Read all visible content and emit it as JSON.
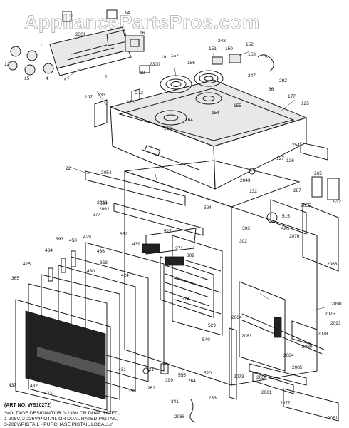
{
  "watermark": "AppliancePartsPros.com",
  "art_no": "(ART NO. WB10272)",
  "footnote": [
    "*VOLTAGE DESIGNATOR 0-236V OR DUAL RATED,",
    "1-208V, 2-236V/PIGTAIL OR DUAL RATED PIGTAIL,",
    "3-208V/PIGTAIL - PURCHASE PIGTAIL LOCALLY."
  ],
  "part_labels": [
    {
      "id": "p1",
      "text": "1"
    },
    {
      "id": "p2",
      "text": "2"
    },
    {
      "id": "p4",
      "text": "4"
    },
    {
      "id": "p10",
      "text": "10"
    },
    {
      "id": "p12",
      "text": "12"
    },
    {
      "id": "p14",
      "text": "14"
    },
    {
      "id": "p15",
      "text": "15"
    },
    {
      "id": "p16",
      "text": "16"
    },
    {
      "id": "p17",
      "text": "17"
    },
    {
      "id": "p18",
      "text": "18"
    },
    {
      "id": "p22",
      "text": "22"
    },
    {
      "id": "p51",
      "text": "51"
    },
    {
      "id": "p66",
      "text": "66"
    },
    {
      "id": "p107",
      "text": "107"
    },
    {
      "id": "p123",
      "text": "123"
    },
    {
      "id": "p125",
      "text": "125"
    },
    {
      "id": "p126",
      "text": "126"
    },
    {
      "id": "p127",
      "text": "127"
    },
    {
      "id": "p132",
      "text": "132"
    },
    {
      "id": "p133",
      "text": "133"
    },
    {
      "id": "p150",
      "text": "150"
    },
    {
      "id": "p151",
      "text": "151"
    },
    {
      "id": "p152",
      "text": "152"
    },
    {
      "id": "p153",
      "text": "153"
    },
    {
      "id": "p154",
      "text": "154"
    },
    {
      "id": "p155",
      "text": "155"
    },
    {
      "id": "p156",
      "text": "156"
    },
    {
      "id": "p157",
      "text": "157"
    },
    {
      "id": "p158",
      "text": "158"
    },
    {
      "id": "p164",
      "text": "164"
    },
    {
      "id": "p177",
      "text": "177"
    },
    {
      "id": "p248",
      "text": "248"
    },
    {
      "id": "p254",
      "text": "254"
    },
    {
      "id": "p262",
      "text": "262"
    },
    {
      "id": "p263",
      "text": "263"
    },
    {
      "id": "p264",
      "text": "264"
    },
    {
      "id": "p265",
      "text": "265"
    },
    {
      "id": "p271",
      "text": "271"
    },
    {
      "id": "p273",
      "text": "273"
    },
    {
      "id": "p277",
      "text": "277"
    },
    {
      "id": "p287",
      "text": "287"
    },
    {
      "id": "p292",
      "text": "292"
    },
    {
      "id": "p302",
      "text": "302"
    },
    {
      "id": "p303",
      "text": "303"
    },
    {
      "id": "p341",
      "text": "341"
    },
    {
      "id": "p347",
      "text": "347"
    },
    {
      "id": "p357",
      "text": "357"
    },
    {
      "id": "p358",
      "text": "358"
    },
    {
      "id": "p363",
      "text": "363"
    },
    {
      "id": "p365",
      "text": "365"
    },
    {
      "id": "p393",
      "text": "393"
    },
    {
      "id": "p399",
      "text": "399"
    },
    {
      "id": "p421",
      "text": "421"
    },
    {
      "id": "p424",
      "text": "424"
    },
    {
      "id": "p425",
      "text": "425"
    },
    {
      "id": "p429",
      "text": "429"
    },
    {
      "id": "p430",
      "text": "430"
    },
    {
      "id": "p431",
      "text": "431"
    },
    {
      "id": "p432",
      "text": "432"
    },
    {
      "id": "p433",
      "text": "433"
    },
    {
      "id": "p434",
      "text": "434"
    },
    {
      "id": "p436",
      "text": "436"
    },
    {
      "id": "p437",
      "text": "437"
    },
    {
      "id": "p439",
      "text": "439"
    },
    {
      "id": "p450",
      "text": "450"
    },
    {
      "id": "p515",
      "text": "515"
    },
    {
      "id": "p520",
      "text": "520"
    },
    {
      "id": "p524",
      "text": "524"
    },
    {
      "id": "p527",
      "text": "527"
    },
    {
      "id": "p529",
      "text": "529"
    },
    {
      "id": "p532",
      "text": "532"
    },
    {
      "id": "p534",
      "text": "534"
    },
    {
      "id": "p540",
      "text": "540"
    },
    {
      "id": "p555",
      "text": "555"
    },
    {
      "id": "p574",
      "text": "574"
    },
    {
      "id": "p580",
      "text": "580"
    },
    {
      "id": "p652",
      "text": "652"
    },
    {
      "id": "p809",
      "text": "809"
    },
    {
      "id": "p2049",
      "text": "2049"
    },
    {
      "id": "p2054",
      "text": "2054"
    },
    {
      "id": "p2055",
      "text": "2055"
    },
    {
      "id": "p2060",
      "text": "2060"
    },
    {
      "id": "p2061",
      "text": "2061"
    },
    {
      "id": "p2062",
      "text": "2062"
    },
    {
      "id": "p2063",
      "text": "2063"
    },
    {
      "id": "p2064",
      "text": "2064"
    },
    {
      "id": "p2073",
      "text": "2073"
    },
    {
      "id": "p2075",
      "text": "2075"
    },
    {
      "id": "p2076",
      "text": "2076"
    },
    {
      "id": "p2077",
      "text": "2077"
    },
    {
      "id": "p2078",
      "text": "2078"
    },
    {
      "id": "p2080",
      "text": "2080"
    },
    {
      "id": "p2081",
      "text": "2081"
    },
    {
      "id": "p2082",
      "text": "2082"
    },
    {
      "id": "p2083",
      "text": "2083"
    },
    {
      "id": "p2084",
      "text": "2084"
    },
    {
      "id": "p2085",
      "text": "2085"
    },
    {
      "id": "p2086",
      "text": "2086"
    },
    {
      "id": "p2090",
      "text": "2090"
    },
    {
      "id": "p2093",
      "text": "2093"
    },
    {
      "id": "p2300",
      "text": "2300"
    },
    {
      "id": "p2301",
      "text": "2301"
    }
  ]
}
